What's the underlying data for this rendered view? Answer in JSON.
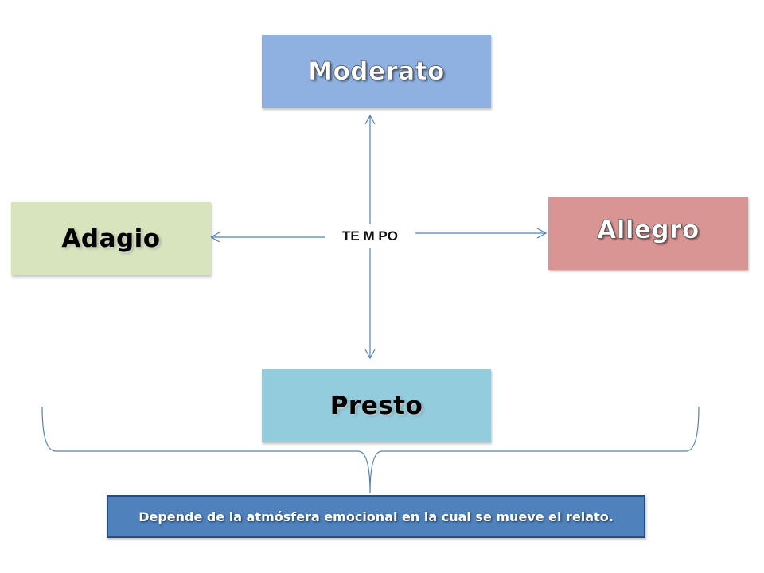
{
  "diagram": {
    "center_label": "TE M PO",
    "nodes": {
      "top": {
        "label": "Moderato",
        "color": "#8EB1E2"
      },
      "bottom": {
        "label": "Presto",
        "color": "#93CDDD"
      },
      "left": {
        "label": "Adagio",
        "color": "#D7E4BD"
      },
      "right": {
        "label": "Allegro",
        "color": "#D99594"
      }
    },
    "connector_color": "#4F81BD",
    "note": {
      "text": "Depende de la atmósfera emocional en la cual se mueve el relato.",
      "color": "#4F81BD",
      "border_color": "#2B4B78"
    }
  }
}
